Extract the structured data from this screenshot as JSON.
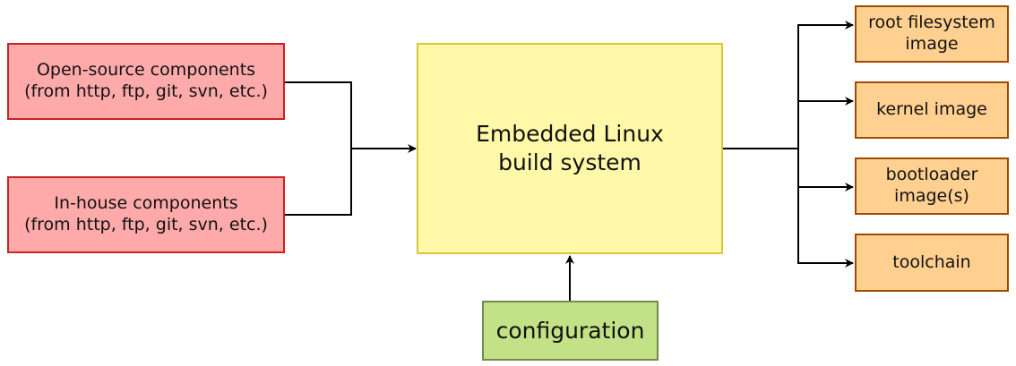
{
  "inputs": [
    {
      "line1": "Open-source components",
      "line2": "(from http, ftp, git, svn, etc.)"
    },
    {
      "line1": "In-house components",
      "line2": "(from http, ftp, git, svn, etc.)"
    }
  ],
  "core": {
    "line1": "Embedded Linux",
    "line2": "build system"
  },
  "configuration": {
    "label": "configuration"
  },
  "outputs": [
    {
      "line1": "root filesystem",
      "line2": "image"
    },
    {
      "line1": "kernel image",
      "line2": ""
    },
    {
      "line1": "bootloader",
      "line2": "image(s)"
    },
    {
      "line1": "toolchain",
      "line2": ""
    }
  ]
}
